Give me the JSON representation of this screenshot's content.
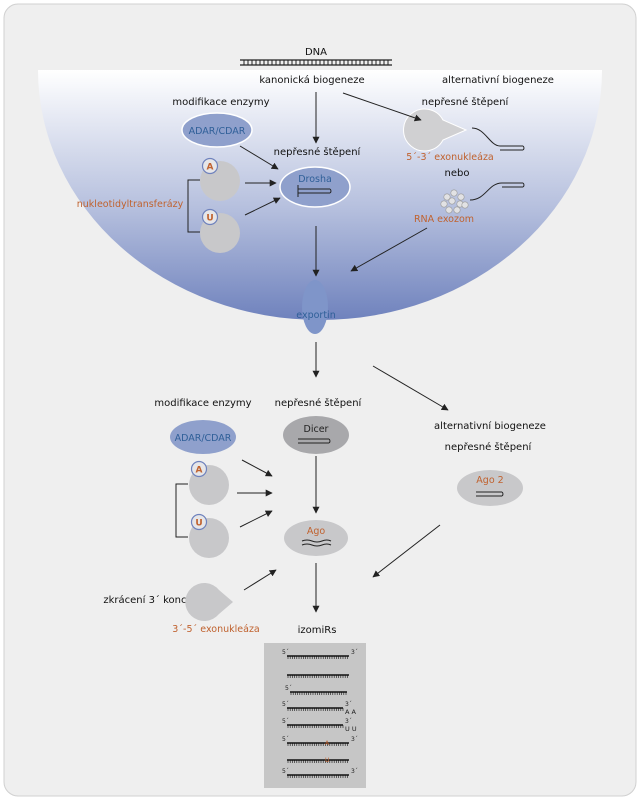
{
  "colors": {
    "nucleus_top": "#ffffff",
    "nucleus_bottom": "#6f82bd",
    "orange": "#c0622f",
    "blue_text": "#2f5f98",
    "gray_shape": "#c8c8ca",
    "dark_gray": "#a8a8ab",
    "ellipse_blue": "#8fa0cc",
    "exportin": "#7f95c9",
    "panel_bg": "#efefef",
    "izomir_box": "#c6c6c6"
  },
  "nucleus": {
    "dna": "DNA",
    "canonical": "kanonická biogeneze",
    "alternative": "alternativní biogeneze",
    "modification": "modifikace enzymy",
    "adar": "ADAR/CDAR",
    "imprecise_center": "nepřesné štěpení",
    "imprecise_right": "nepřesné štěpení",
    "drosha": "Drosha",
    "exonuclease": "5´-3´ exonukleáza",
    "or": "nebo",
    "exosome": "RNA exozom",
    "nucleotidyl": "nukleotidyltransferázy",
    "a": "A",
    "u": "U"
  },
  "exportin": "exportin",
  "cytoplasm": {
    "modification": "modifikace enzymy",
    "imprecise": "nepřesné štěpení",
    "adar": "ADAR/CDAR",
    "dicer": "Dicer",
    "ago": "Ago",
    "alternative": "alternativní biogeneze",
    "imprecise_right": "nepřesné štěpení",
    "ago2": "Ago 2",
    "truncation": "zkrácení 3´ konce",
    "exonuclease35": "3´-5´ exonukleáza",
    "izomirs": "izomiRs",
    "a": "A",
    "u": "U"
  },
  "izomirs_list": {
    "p5": "5´",
    "p3": "3´",
    "aa": "A A",
    "uu": "U U"
  }
}
